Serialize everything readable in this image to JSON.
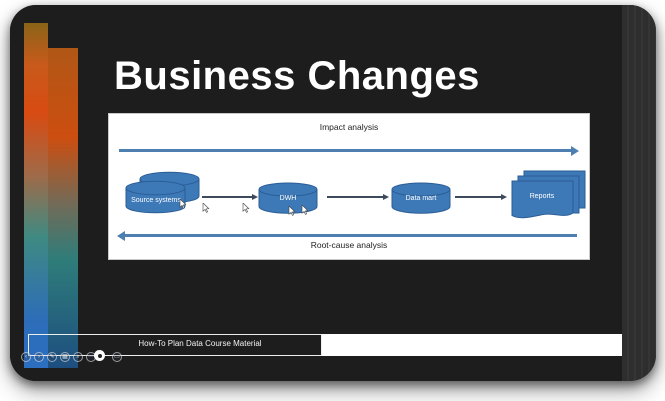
{
  "window": {
    "page_bg": "#ffffff",
    "frame_bg": "#282828",
    "slide_bg": "#1d1d1d"
  },
  "slide": {
    "title": "Business Changes"
  },
  "gradient_bar": {
    "strip_a_colors": [
      "#8a6418",
      "#c85a1b",
      "#d84b12",
      "#a06a48",
      "#3f8a82",
      "#2c6fc0"
    ],
    "strip_b_colors": [
      "#b05716",
      "#cc4e10",
      "#756a55",
      "#2f7d7a",
      "#1d4e80"
    ]
  },
  "diagram": {
    "impact_label": "Impact analysis",
    "root_cause_label": "Root-cause analysis",
    "accent_blue": "#4d7fb0",
    "shape_fill": "#3e79b7",
    "shape_border": "#2a5d96",
    "nodes": [
      {
        "type": "double-cylinder",
        "label": "Source systems"
      },
      {
        "type": "cylinder",
        "label": "DWH"
      },
      {
        "type": "cylinder",
        "label": "Data mart"
      },
      {
        "type": "document-stack",
        "label": "Reports"
      }
    ]
  },
  "footer": {
    "caption": "How-To Plan Data Course Material",
    "controls": [
      {
        "name": "prev-slide",
        "glyph": "‹"
      },
      {
        "name": "next-slide",
        "glyph": "›"
      },
      {
        "name": "pen-tool",
        "glyph": "✎"
      },
      {
        "name": "all-slides",
        "glyph": "▦"
      },
      {
        "name": "zoom-tool",
        "glyph": "⌕"
      },
      {
        "name": "more-options",
        "glyph": "⋯"
      },
      {
        "name": "record-indicator",
        "glyph": ""
      },
      {
        "name": "captions",
        "glyph": "▭"
      }
    ]
  }
}
